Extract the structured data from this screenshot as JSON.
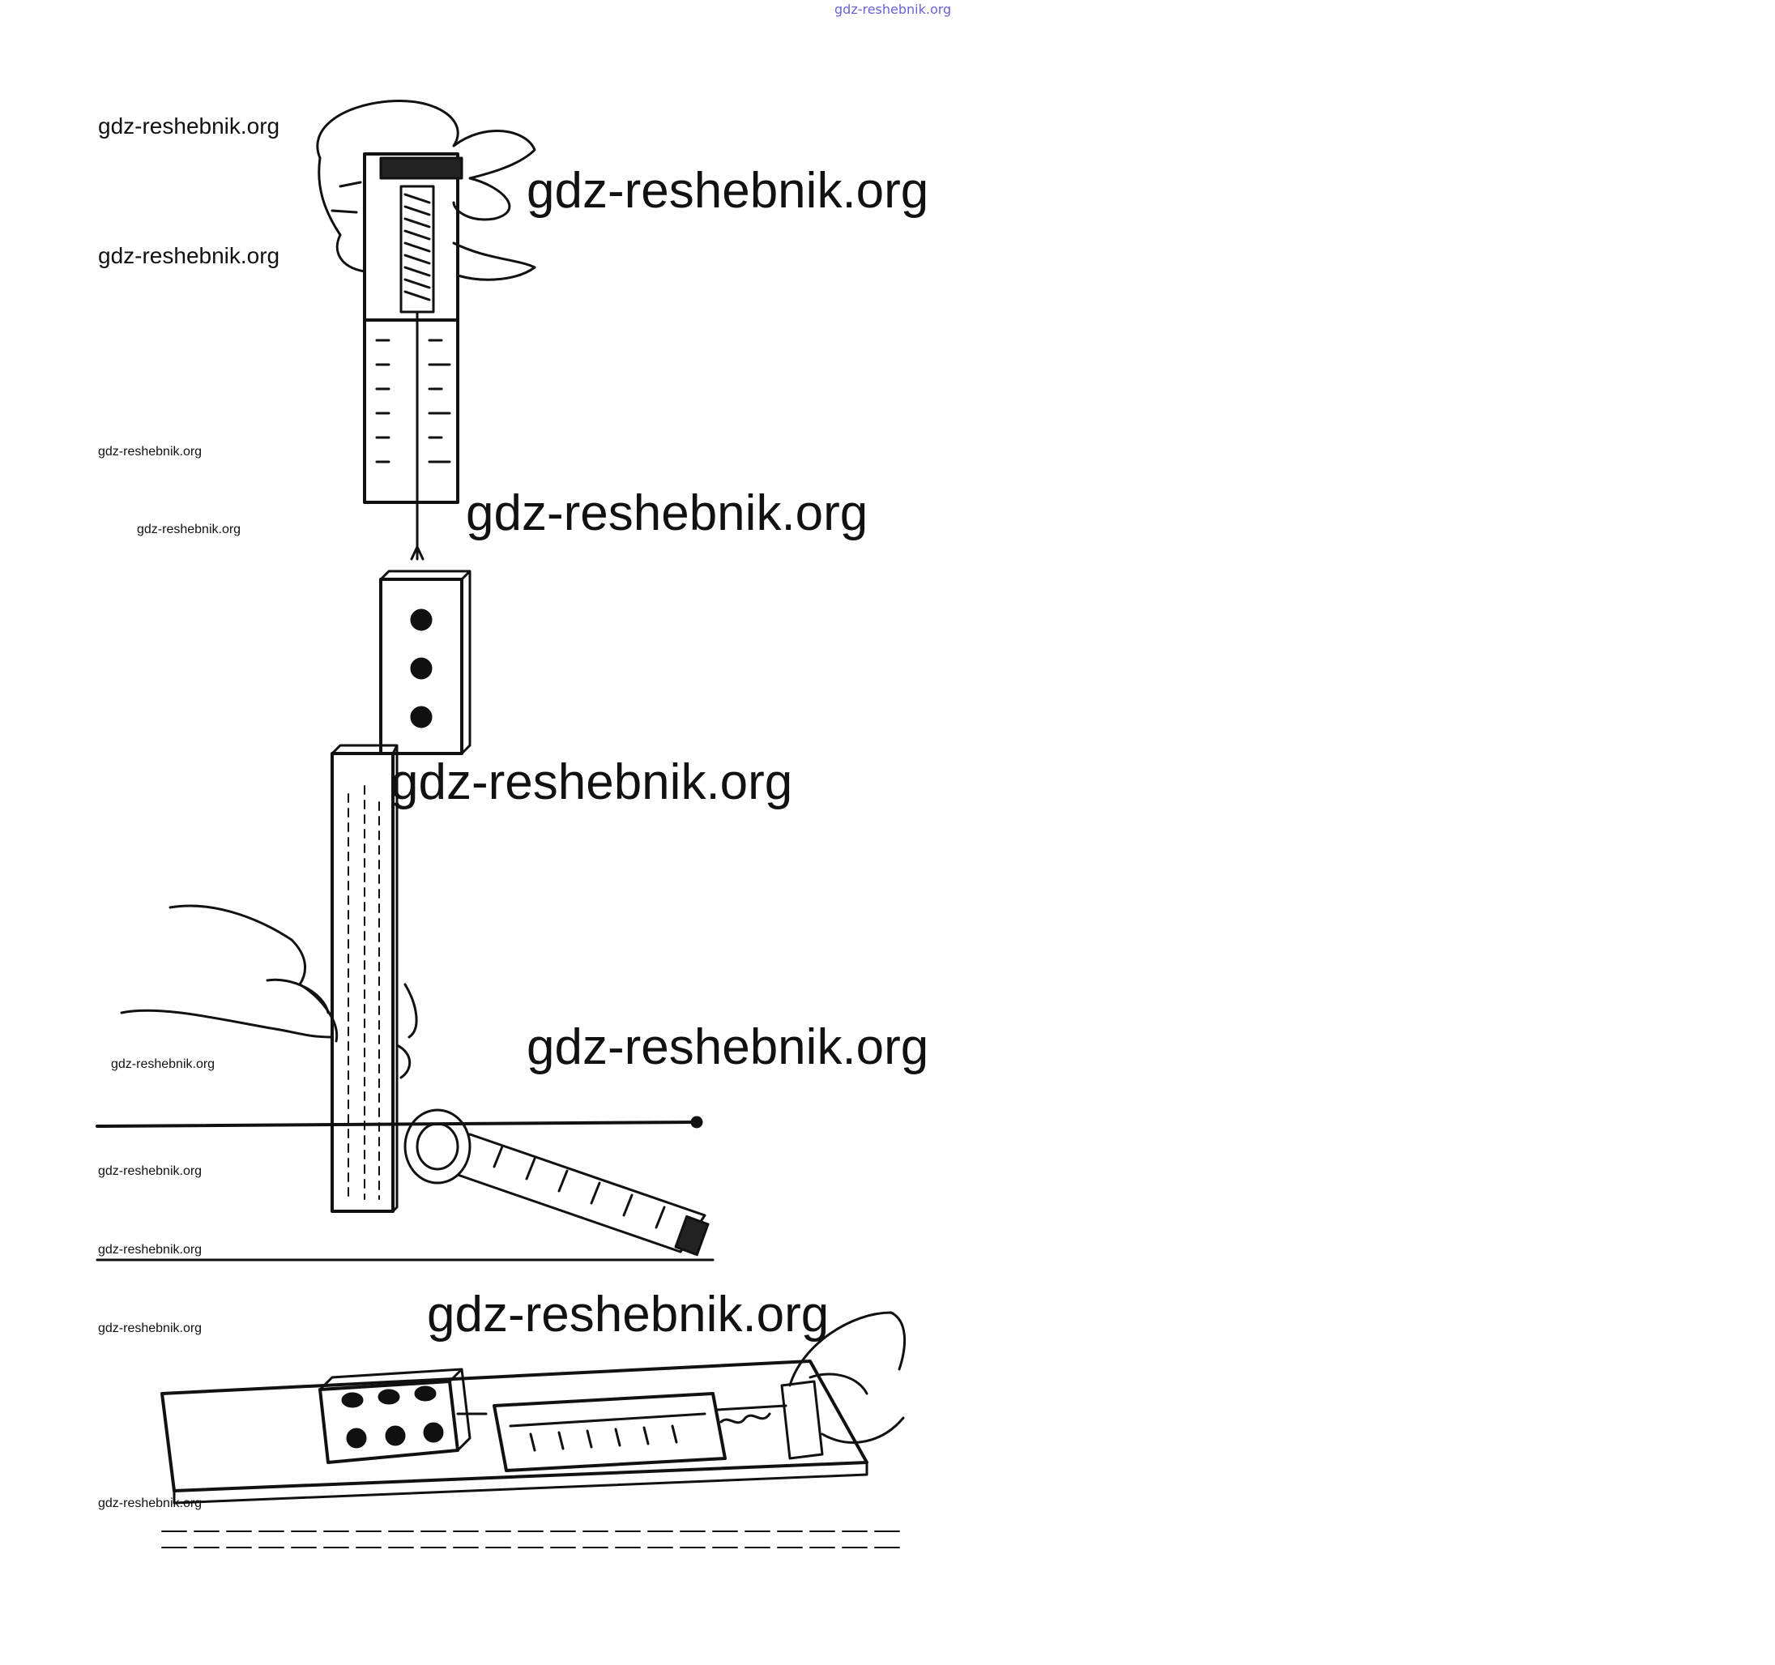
{
  "top_link": "gdz-reshebnik.org",
  "watermarks": {
    "w1": "gdz-reshebnik.org",
    "w2": "gdz-reshebnik.org",
    "w3": "gdz-reshebnik.org",
    "w4": "gdz-reshebnik.org",
    "w5": "gdz-reshebnik.org",
    "w6": "gdz-reshebnik.org",
    "w7": "gdz-reshebnik.org",
    "w8": "gdz-reshebnik.org",
    "w9": "gdz-reshebnik.org",
    "w10": "gdz-reshebnik.org",
    "w11": "gdz-reshebnik.org",
    "w12": "gdz-reshebnik.org",
    "w13": "gdz-reshebnik.org"
  }
}
